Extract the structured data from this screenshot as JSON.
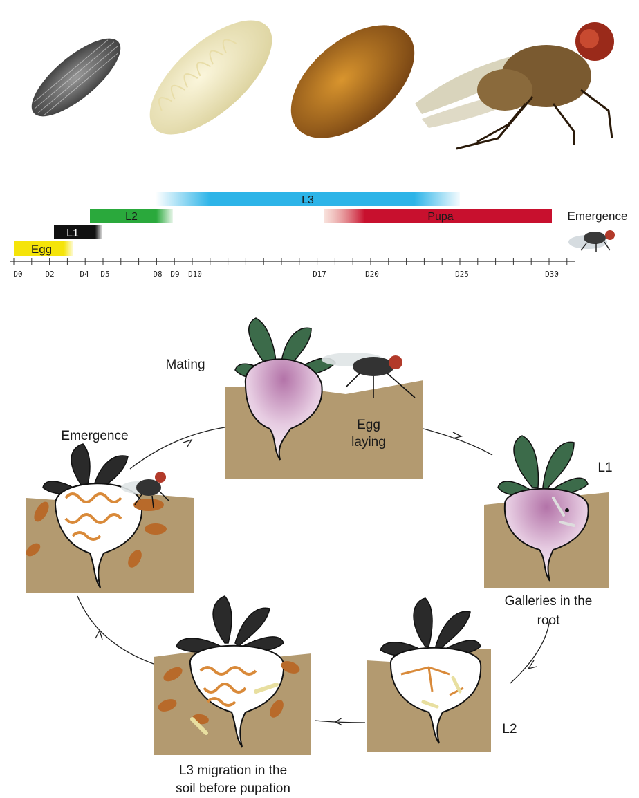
{
  "timeline": {
    "bars": [
      {
        "label": "Egg",
        "color": "#f2e21c"
      },
      {
        "label": "L1",
        "color": "#111111"
      },
      {
        "label": "L2",
        "color": "#27a838"
      },
      {
        "label": "L3",
        "color": "#2fb6e6"
      },
      {
        "label": "Pupa",
        "color": "#c8102e"
      }
    ],
    "emergence_label": "Emergence",
    "days": [
      "D0",
      "D2",
      "D4",
      "D5",
      "D8",
      "D9",
      "D10",
      "D17",
      "D20",
      "D25",
      "D30"
    ]
  },
  "cycle": {
    "mating": "Mating",
    "egg_laying_1": "Egg",
    "egg_laying_2": "laying",
    "l1": "L1",
    "galleries_1": "Galleries in the",
    "galleries_2": "root",
    "l2": "L2",
    "l3_migration_1": "L3 migration in the",
    "l3_migration_2": "soil before pupation",
    "emergence": "Emergence"
  },
  "colors": {
    "soil": "#b39a70",
    "turnip_purple": "#c58ab7",
    "gallery": "#d98a3a",
    "pupa_brown": "#b86a2a",
    "leaf": "#3c6b4a"
  }
}
